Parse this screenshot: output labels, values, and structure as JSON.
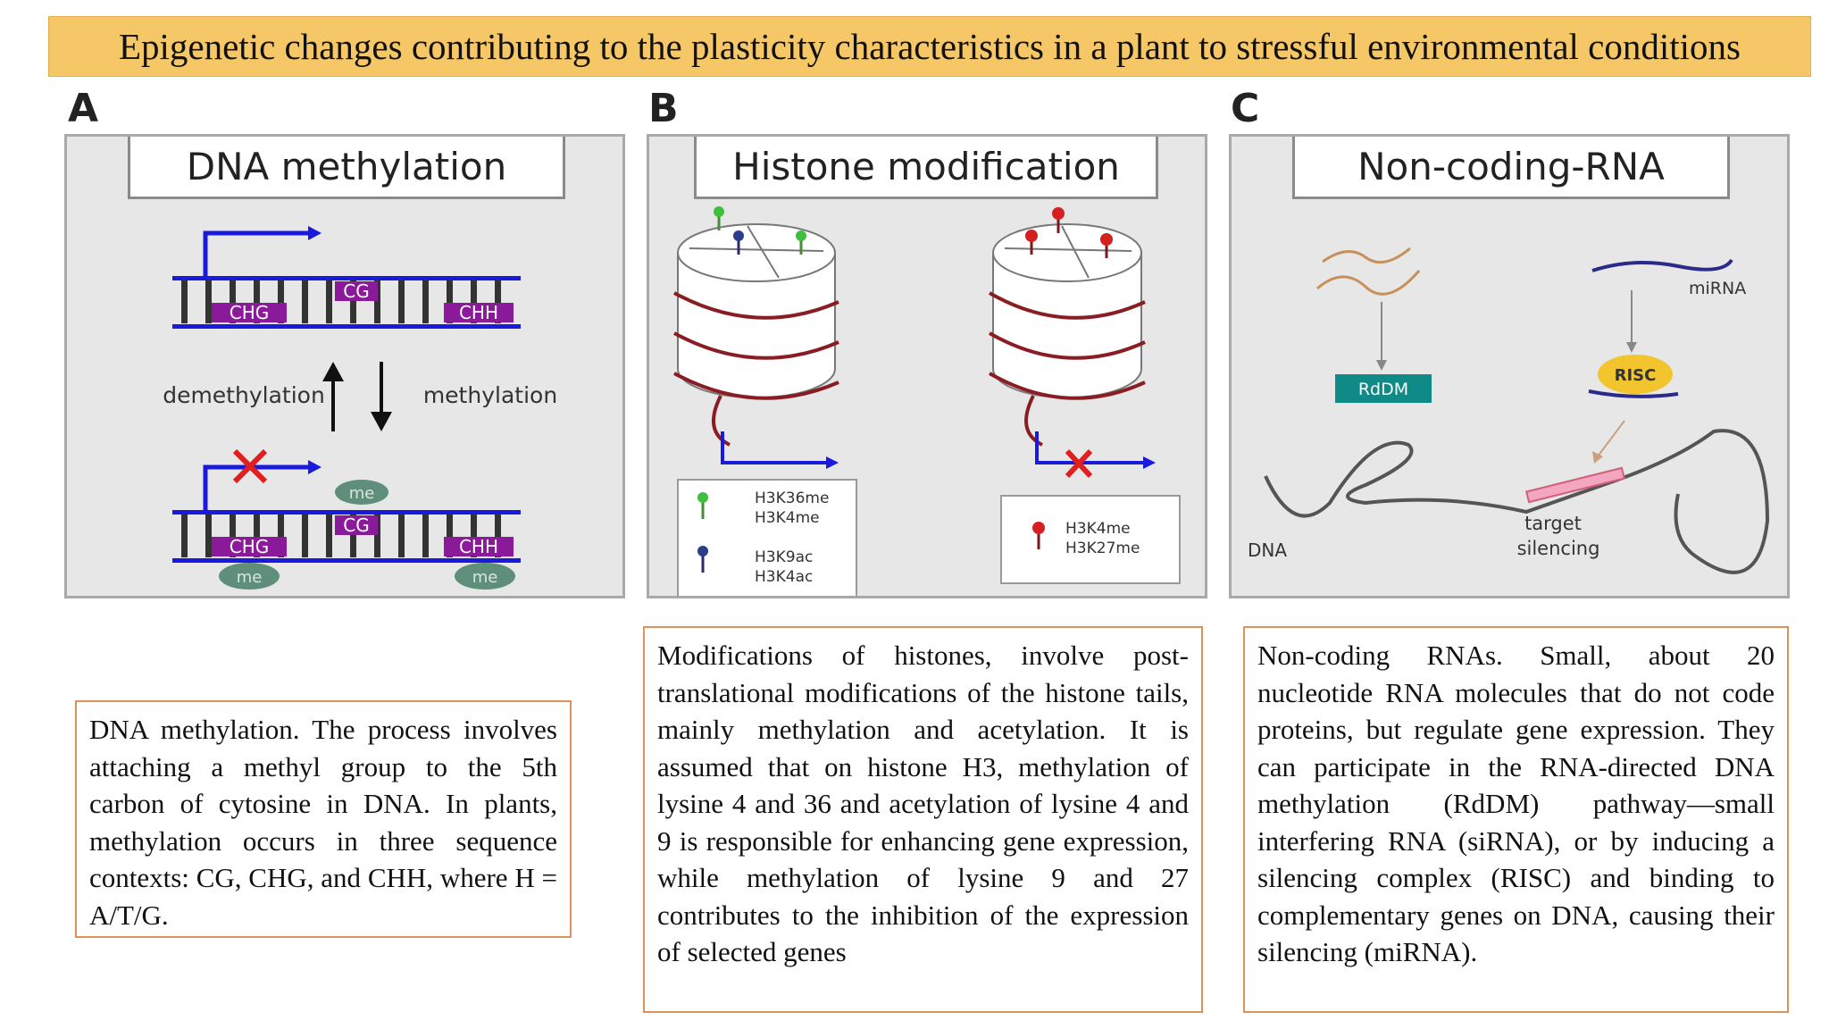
{
  "title": "Epigenetic changes contributing to the plasticity characteristics in a plant to stressful environmental conditions",
  "panels": {
    "a": {
      "letter": "A",
      "title": "DNA methylation",
      "labels": {
        "cg": "CG",
        "chg": "CHG",
        "chh": "CHH",
        "demethylation": "demethylation",
        "methylation": "methylation",
        "me": "me"
      },
      "caption": "DNA methylation. The process involves attaching a methyl group to the 5th carbon of cytosine in DNA. In plants, methylation occurs in three sequence contexts: CG, CHG, and CHH, where H = A/T/G."
    },
    "b": {
      "letter": "B",
      "title": "Histone modification",
      "legend_left": {
        "green_marks": [
          "H3K36me",
          "H3K4me"
        ],
        "blue_marks": [
          "H3K9ac",
          "H3K4ac"
        ]
      },
      "legend_right": {
        "red_marks": [
          "H3K4me",
          "H3K27me"
        ]
      },
      "caption": "Modifications of histones, involve post-translational modifications of the histone tails, mainly methylation and acetylation. It is assumed that on histone H3, methylation of lysine 4 and 36 and acetylation of lysine 4 and 9 is responsible for enhancing gene expression, while methylation of lysine 9 and 27 contributes to the inhibition of the expression of selected genes"
    },
    "c": {
      "letter": "C",
      "title": "Non-coding-RNA",
      "labels": {
        "mirna": "miRNA",
        "rddm": "RdDM",
        "risc": "RISC",
        "dna": "DNA",
        "target_line1": "target",
        "target_line2": "silencing"
      },
      "caption": "Non-coding RNAs. Small, about 20 nucleotide RNA molecules that do not code proteins, but regulate gene expression. They can participate in the RNA-directed DNA methylation (RdDM) pathway—small interfering RNA (siRNA), or by inducing a silencing complex (RISC) and binding to complementary genes on DNA, causing their silencing (miRNA)."
    }
  },
  "colors": {
    "title_bg": "#f6c766",
    "dna_blue": "#1a1adc",
    "context_purple": "#8b1a9a",
    "cross_red": "#e02020",
    "me_green": "#5f8f7a",
    "rddm_teal": "#0f8a86",
    "risc_yellow": "#f2c52e",
    "histone_line": "#8a1c24",
    "caption_border": "#e0905a"
  }
}
